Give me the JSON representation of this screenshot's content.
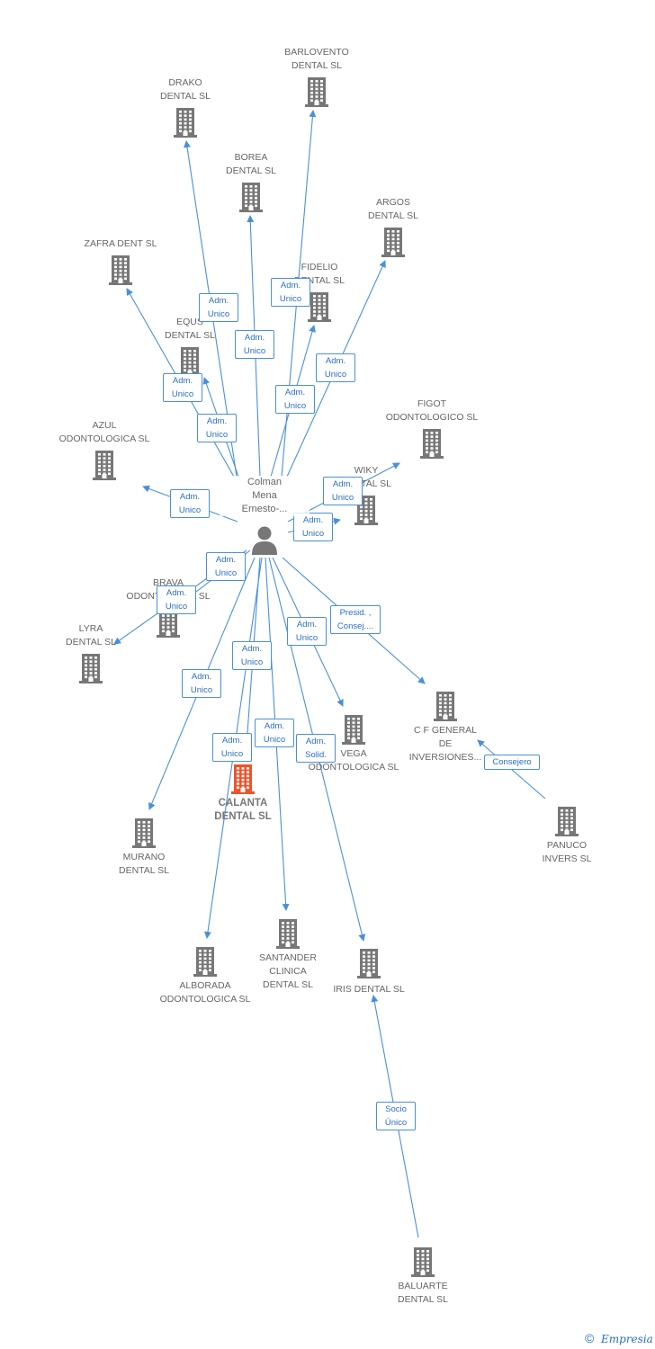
{
  "colors": {
    "edge": "#4a90d9",
    "building": "#777777",
    "focus": "#f0522a",
    "person": "#777777"
  },
  "center": {
    "id": "colman",
    "label": "Colman\nMena\nErnesto-..."
  },
  "nodes": [
    {
      "id": "barlovento",
      "label": "BARLOVENTO\nDENTAL SL"
    },
    {
      "id": "drako",
      "label": "DRAKO\nDENTAL SL"
    },
    {
      "id": "borea",
      "label": "BOREA\nDENTAL SL"
    },
    {
      "id": "argos",
      "label": "ARGOS\nDENTAL SL"
    },
    {
      "id": "zafra",
      "label": "ZAFRA DENT SL"
    },
    {
      "id": "fidelio",
      "label": "FIDELIO\nDENTAL SL"
    },
    {
      "id": "equs",
      "label": "EQUS\nDENTAL SL"
    },
    {
      "id": "figot",
      "label": "FIGOT\nODONTOLOGICO SL"
    },
    {
      "id": "azul",
      "label": "AZUL\nODONTOLOGICA SL"
    },
    {
      "id": "wiky",
      "label": "WIKY\nDENTAL SL"
    },
    {
      "id": "brava",
      "label": "BRAVA\nODONTOLOGIA SL"
    },
    {
      "id": "lyra",
      "label": "LYRA\nDENTAL SL"
    },
    {
      "id": "cf",
      "label": "C F GENERAL\nDE\nINVERSIONES..."
    },
    {
      "id": "vega",
      "label": "VEGA\nODONTOLOGICA SL"
    },
    {
      "id": "calanta",
      "label": "CALANTA\nDENTAL SL",
      "focus": true
    },
    {
      "id": "panuco",
      "label": "PANUCO\nINVERS SL"
    },
    {
      "id": "murano",
      "label": "MURANO\nDENTAL SL"
    },
    {
      "id": "alborada",
      "label": "ALBORADA\nODONTOLOGICA SL"
    },
    {
      "id": "santander",
      "label": "SANTANDER\nCLINICA\nDENTAL SL"
    },
    {
      "id": "iris",
      "label": "IRIS DENTAL SL"
    },
    {
      "id": "baluarte",
      "label": "BALUARTE\nDENTAL SL"
    }
  ],
  "relations": [
    {
      "from": "colman",
      "to": "barlovento",
      "label": "Adm.\nUnico"
    },
    {
      "from": "colman",
      "to": "drako",
      "label": "Adm.\nUnico"
    },
    {
      "from": "colman",
      "to": "borea",
      "label": "Adm.\nUnico"
    },
    {
      "from": "colman",
      "to": "argos",
      "label": "Adm.\nUnico"
    },
    {
      "from": "colman",
      "to": "zafra",
      "label": "Adm.\nUnico"
    },
    {
      "from": "colman",
      "to": "fidelio",
      "label": "Adm.\nUnico"
    },
    {
      "from": "colman",
      "to": "equs",
      "label": "Adm.\nUnico"
    },
    {
      "from": "colman",
      "to": "azul",
      "label": "Adm.\nUnico"
    },
    {
      "from": "colman",
      "to": "figot",
      "label": "Adm.\nUnico"
    },
    {
      "from": "colman",
      "to": "wiky",
      "label": "Adm.\nUnico"
    },
    {
      "from": "colman",
      "to": "lyra",
      "label": "Adm.\nUnico"
    },
    {
      "from": "colman",
      "to": "brava",
      "label": "Adm.\nUnico"
    },
    {
      "from": "colman",
      "to": "cf",
      "label": "Presid. ,\nConsej...."
    },
    {
      "from": "colman",
      "to": "vega",
      "label": "Adm.\nUnico"
    },
    {
      "from": "colman",
      "to": "murano",
      "label": "Adm.\nUnico"
    },
    {
      "from": "colman",
      "to": "calanta",
      "label": "Adm.\nUnico"
    },
    {
      "from": "colman",
      "to": "alborada",
      "label": "Adm.\nUnico"
    },
    {
      "from": "colman",
      "to": "santander",
      "label": "Adm.\nUnico"
    },
    {
      "from": "colman",
      "to": "iris",
      "label": "Adm.\nSolid."
    },
    {
      "from": "panuco",
      "to": "cf",
      "label": "Consejero"
    },
    {
      "from": "baluarte",
      "to": "iris",
      "label": "Socio\nÚnico"
    }
  ],
  "footer": {
    "copyright": "©",
    "brand": "Empresia"
  }
}
